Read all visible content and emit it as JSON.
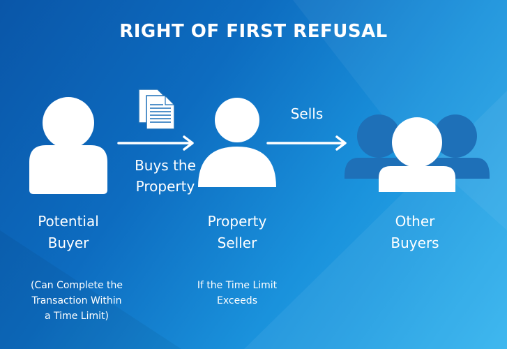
{
  "title": "RIGHT OF FIRST REFUSAL",
  "actors": {
    "buyer": {
      "line1": "Potential",
      "line2": "Buyer"
    },
    "seller": {
      "line1": "Property",
      "line2": "Seller"
    },
    "others": {
      "line1": "Other",
      "line2": "Buyers"
    }
  },
  "arrows": {
    "buy": {
      "line1": "Buys the",
      "line2": "Property"
    },
    "sell": {
      "label": "Sells"
    }
  },
  "notes": {
    "buyer": {
      "line1": "(Can Complete the",
      "line2": "Transaction Within",
      "line3": "a Time Limit)"
    },
    "seller": {
      "line1": "If the Time Limit",
      "line2": "Exceeds"
    }
  },
  "icons": {
    "buyer": "person-icon",
    "seller": "person-icon",
    "others": "group-icon",
    "documents": "documents-icon"
  },
  "colors": {
    "background_dark": "#0a56a8",
    "background_light": "#33b4ee",
    "foreground": "#ffffff",
    "group_back": "#1e70b8"
  }
}
